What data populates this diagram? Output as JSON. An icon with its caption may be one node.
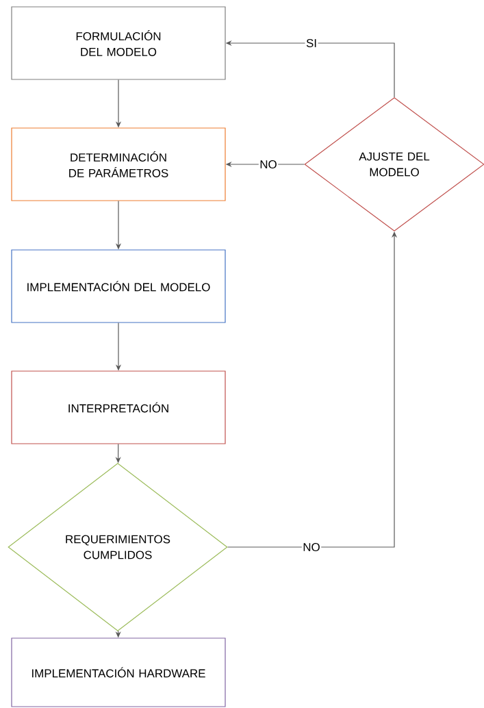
{
  "diagram": {
    "nodes": [
      {
        "text": [
          "FORMULACIÓN DEL MODELO"
        ]
      },
      {
        "text": [
          "DETERMINACIÓN DE PARÁMETROS"
        ]
      },
      {
        "text": [
          "IMPLEMENTACIÓN DEL MODELO"
        ]
      },
      {
        "text": [
          "INTERPRETACIÓN"
        ]
      },
      {
        "text": [
          "REQUERIMIENTOS CUMPLIDOS"
        ]
      },
      {
        "text": [
          "IMPLEMENTACIÓN HARDWARE"
        ]
      },
      {
        "text": [
          "AJUSTE DEL MODELO"
        ]
      }
    ],
    "edges": [
      {
        "from": 0,
        "to": 1,
        "arrow": "to"
      },
      {
        "from": 1,
        "to": 2,
        "arrow": "to"
      },
      {
        "from": 2,
        "to": 3,
        "arrow": "to"
      },
      {
        "from": 3,
        "to": 4,
        "arrow": "to"
      },
      {
        "from": 4,
        "to": 5,
        "arrow": "to"
      },
      {
        "from": 4,
        "to": 6,
        "label": "NO",
        "arrow": "to"
      },
      {
        "from": 6,
        "to": 0,
        "label": "SI",
        "arrow": "to"
      },
      {
        "from": 6,
        "to": 1,
        "label": "NO",
        "arrow": "to"
      }
    ]
  }
}
